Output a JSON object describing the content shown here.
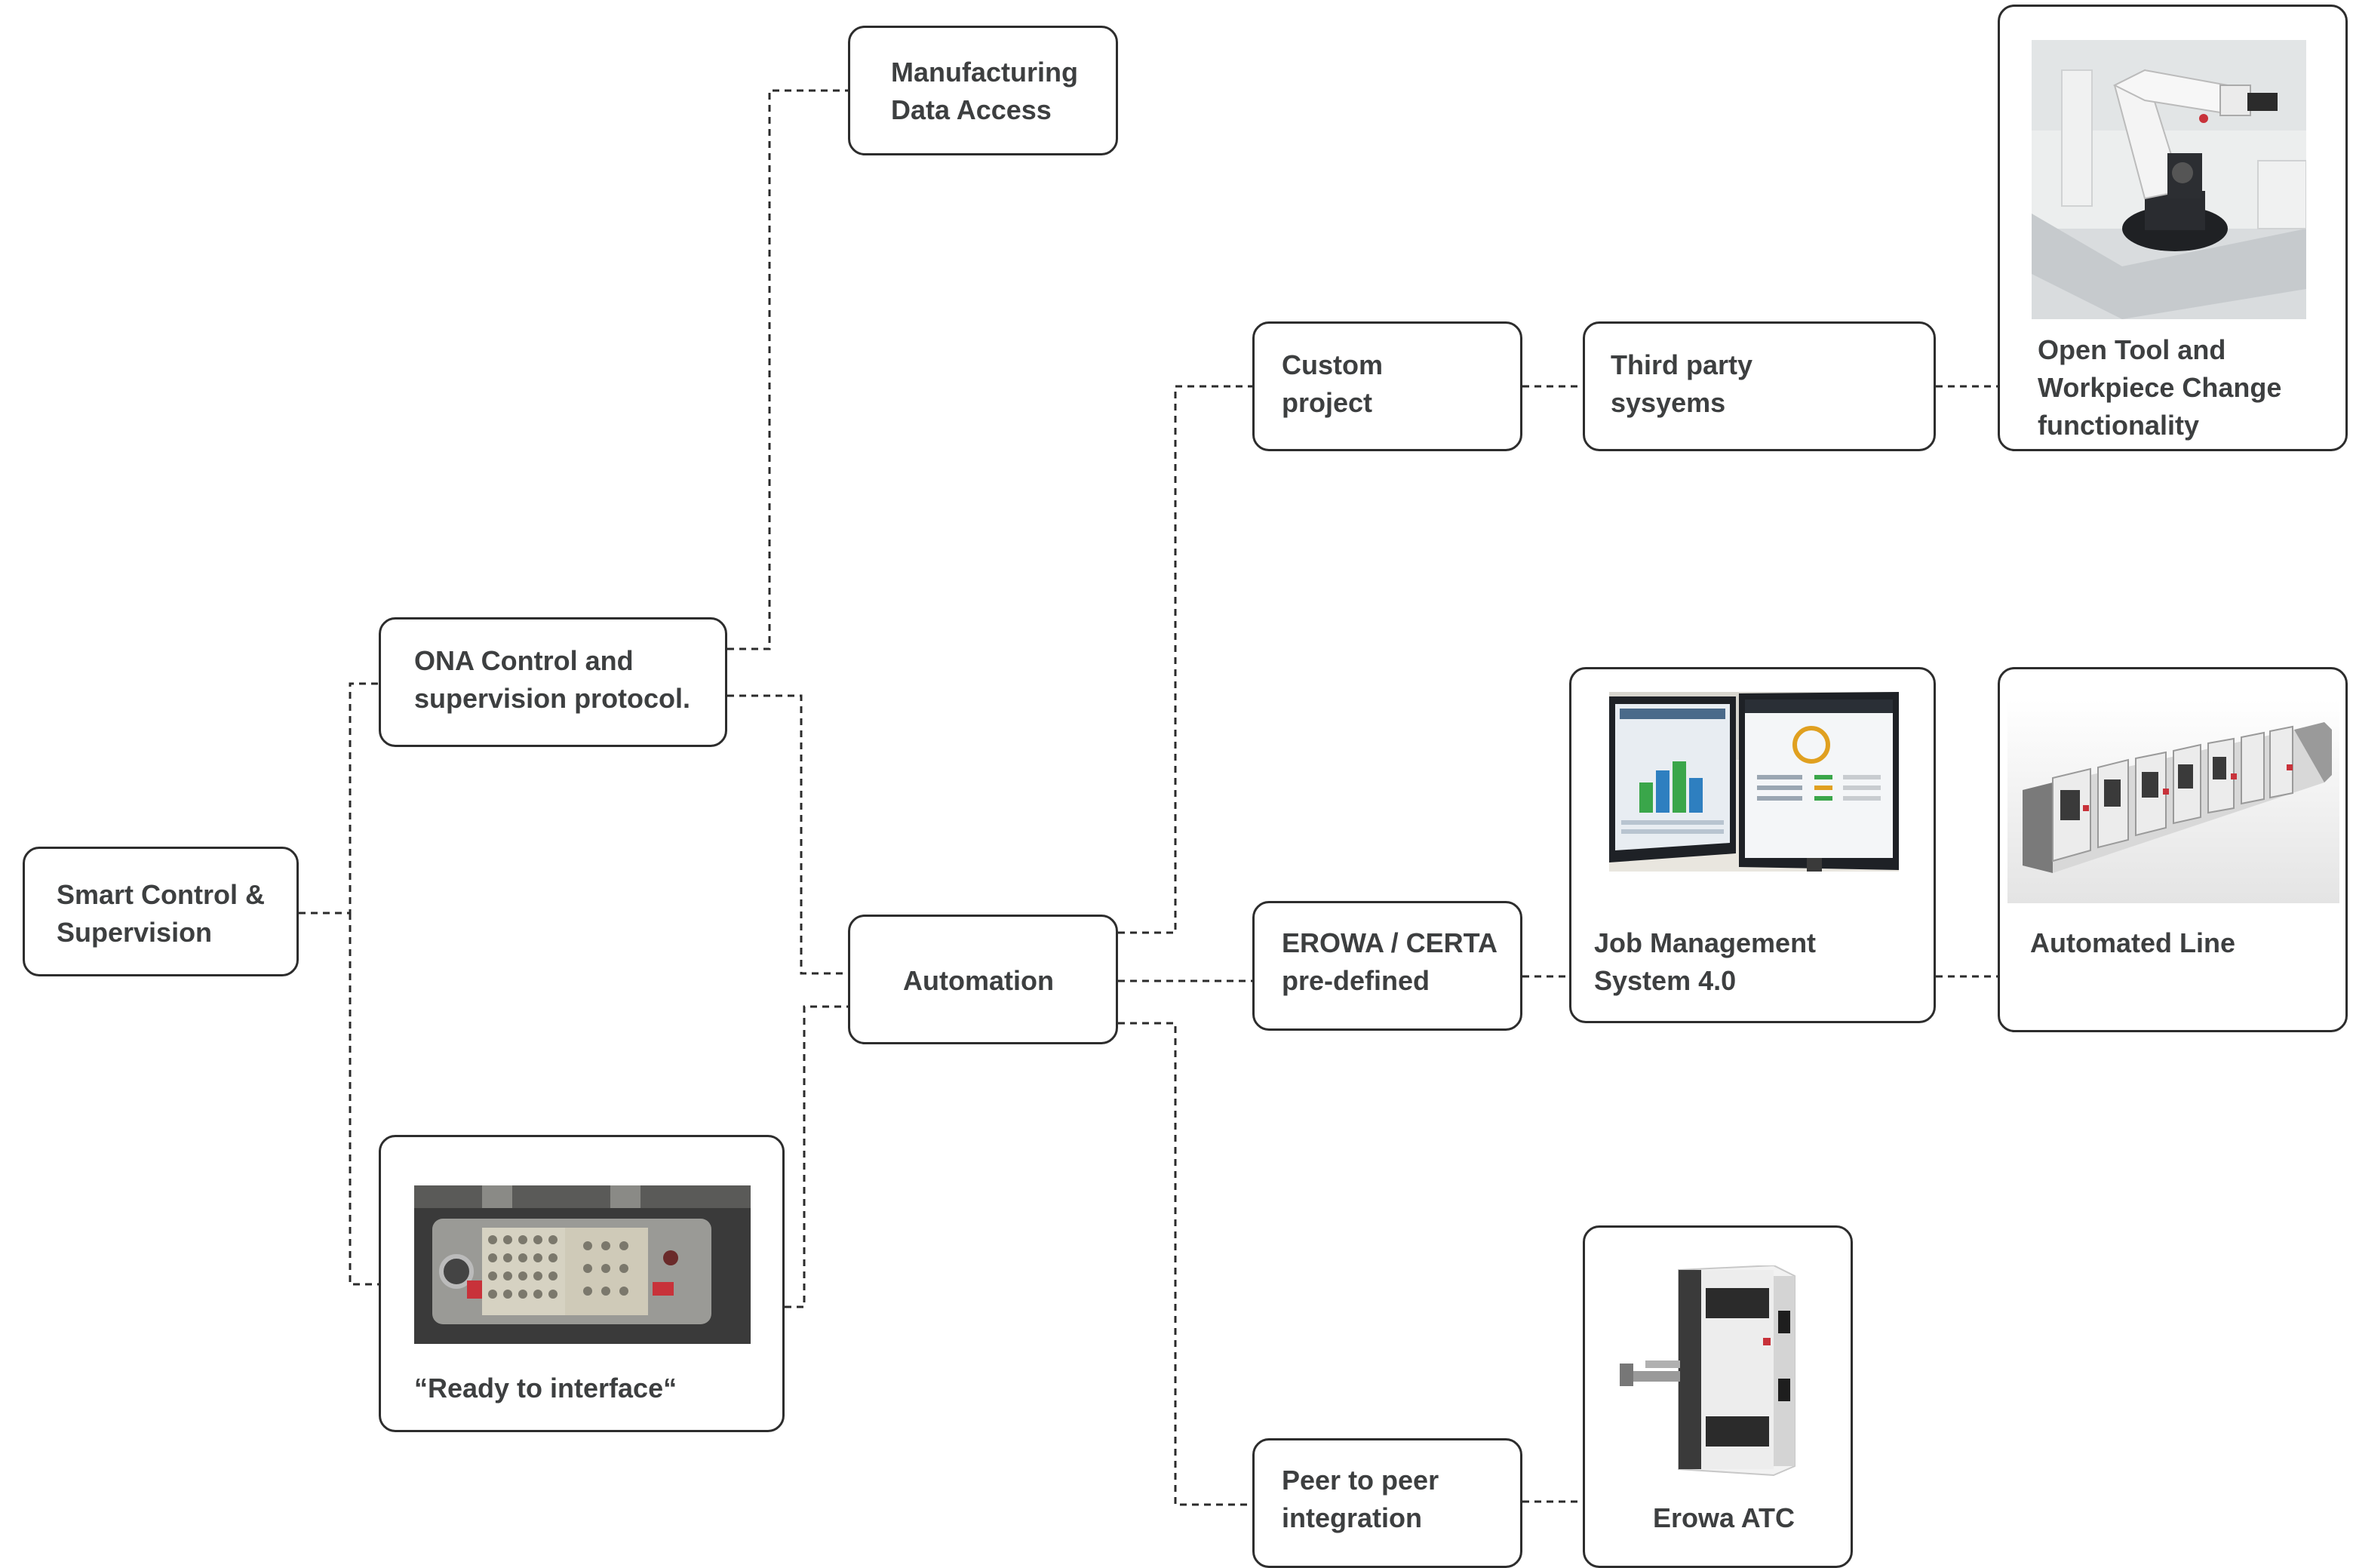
{
  "diagram": {
    "nodes": {
      "smart_control": {
        "label": "Smart Control &\nSupervision"
      },
      "ona_control": {
        "label": "ONA Control and\nsupervision protocol."
      },
      "manufacturing_data": {
        "label": "Manufacturing\nData Access"
      },
      "ready_interface": {
        "label": "“Ready to interface“"
      },
      "automation": {
        "label": "Automation"
      },
      "custom_project": {
        "label": "Custom\nproject"
      },
      "erowa_certa": {
        "label": "EROWA / CERTA\npre-defined"
      },
      "peer_to_peer": {
        "label": "Peer to peer\nintegration"
      },
      "third_party": {
        "label": "Third party\nsysyems"
      },
      "job_management": {
        "label": "Job Management\nSystem 4.0"
      },
      "erowa_atc": {
        "label": "Erowa ATC"
      },
      "open_tool": {
        "label": "Open Tool and\nWorkpiece Change\nfunctionality"
      },
      "automated_line": {
        "label": "Automated Line"
      }
    },
    "links": [
      [
        "smart_control",
        "ona_control"
      ],
      [
        "smart_control",
        "ready_interface"
      ],
      [
        "ona_control",
        "manufacturing_data"
      ],
      [
        "ona_control",
        "automation"
      ],
      [
        "ready_interface",
        "automation"
      ],
      [
        "automation",
        "custom_project"
      ],
      [
        "automation",
        "erowa_certa"
      ],
      [
        "automation",
        "peer_to_peer"
      ],
      [
        "custom_project",
        "third_party"
      ],
      [
        "third_party",
        "open_tool"
      ],
      [
        "erowa_certa",
        "job_management"
      ],
      [
        "job_management",
        "automated_line"
      ],
      [
        "peer_to_peer",
        "erowa_atc"
      ]
    ],
    "images": [
      {
        "node": "ready_interface",
        "icon": "connector-photo"
      },
      {
        "node": "job_management",
        "icon": "monitor-screens-photo"
      },
      {
        "node": "erowa_atc",
        "icon": "erowa-atc-machine-photo"
      },
      {
        "node": "open_tool",
        "icon": "robot-arm-photo"
      },
      {
        "node": "automated_line",
        "icon": "automated-line-photo"
      }
    ],
    "colors": {
      "node_border": "#2d2d2d",
      "text": "#3d3f40",
      "connector": "#2b2b2b"
    }
  }
}
